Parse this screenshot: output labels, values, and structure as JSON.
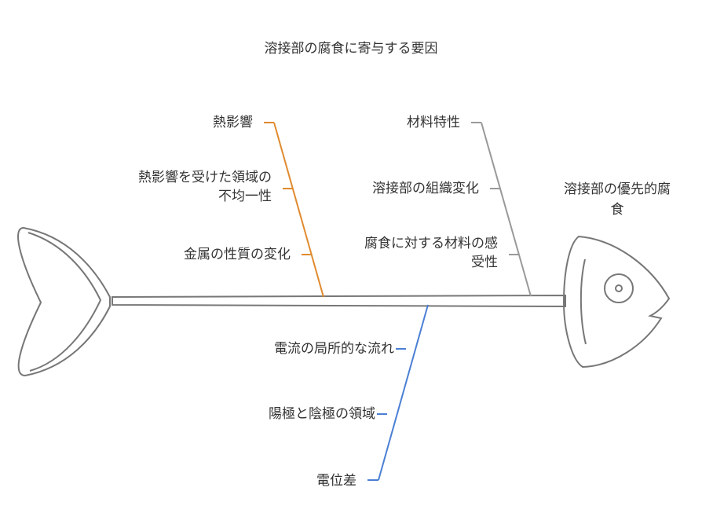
{
  "title": "溶接部の腐食に寄与する要因",
  "effect": {
    "line1": "溶接部の優先的腐",
    "line2": "食"
  },
  "categories": [
    {
      "name": "熱影響",
      "color": "#e08a2e",
      "causes": [
        {
          "line1": "熱影響を受けた領域の",
          "line2": "不均一性"
        },
        {
          "line1": "金属の性質の変化"
        }
      ]
    },
    {
      "name": "材料特性",
      "color": "#999999",
      "causes": [
        {
          "line1": "溶接部の組織変化"
        },
        {
          "line1": "腐食に対する材料の感",
          "line2": "受性"
        }
      ]
    },
    {
      "name": "電位差",
      "color": "#4a7fd4",
      "causes": [
        {
          "line1": "電流の局所的な流れ"
        },
        {
          "line1": "陽極と陰極の領域"
        }
      ]
    }
  ]
}
